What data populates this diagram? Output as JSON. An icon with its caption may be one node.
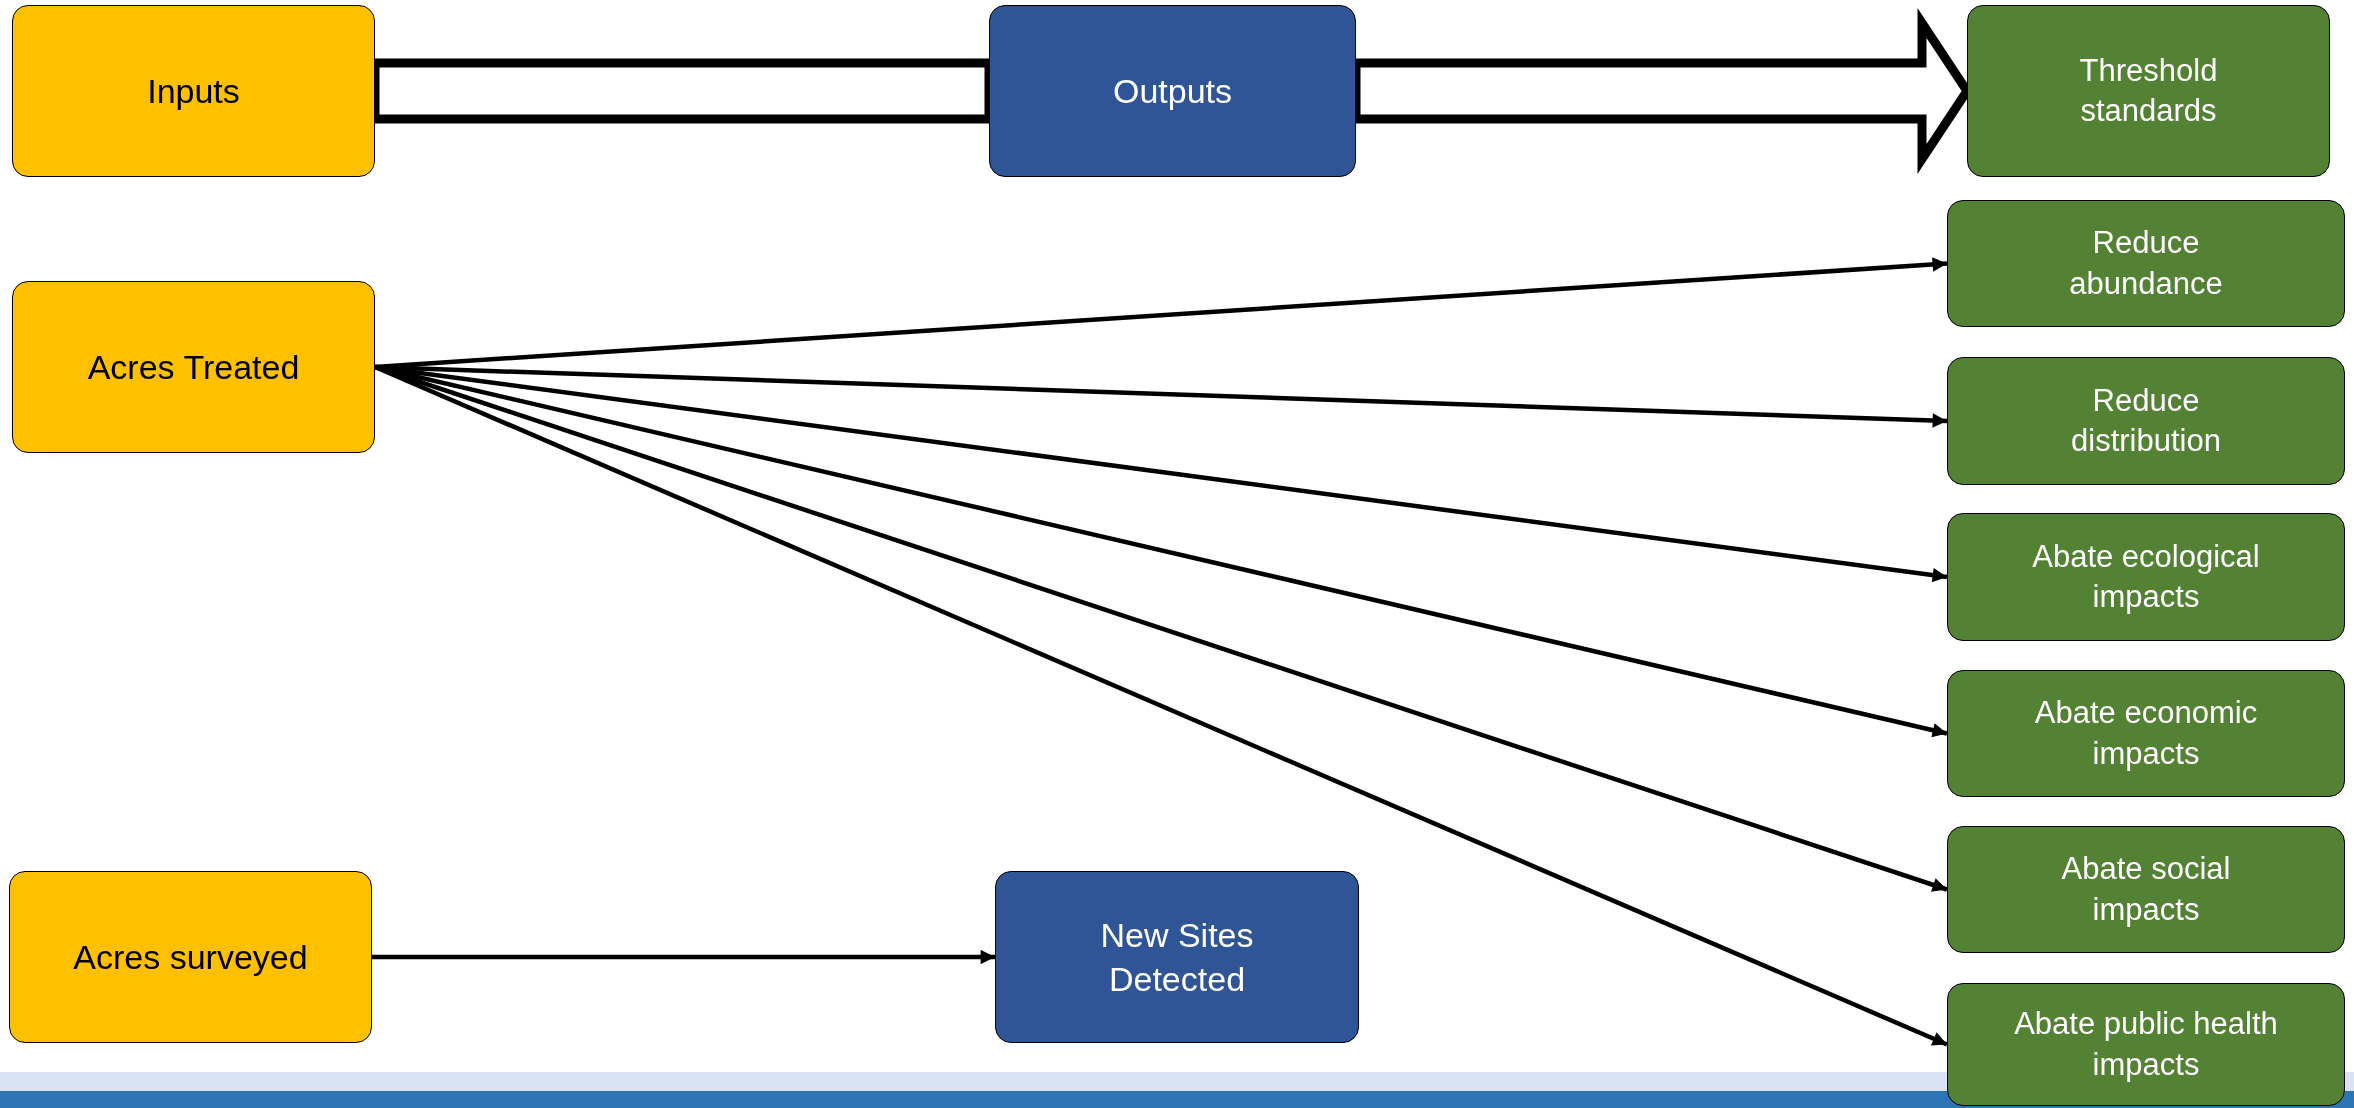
{
  "diagram": {
    "nodes": [
      {
        "text": [
          "Inputs"
        ]
      },
      {
        "text": [
          "Outputs"
        ]
      },
      {
        "text": [
          "Threshold standards"
        ]
      },
      {
        "text": [
          "Acres Treated"
        ]
      },
      {
        "text": [
          "Reduce abundance"
        ]
      },
      {
        "text": [
          "Reduce distribution"
        ]
      },
      {
        "text": [
          "Abate ecological impacts"
        ]
      },
      {
        "text": [
          "Abate economic impacts"
        ]
      },
      {
        "text": [
          "Abate social impacts"
        ]
      },
      {
        "text": [
          "Abate public health impacts"
        ]
      },
      {
        "text": [
          "Acres surveyed"
        ]
      },
      {
        "text": [
          "New Sites Detected"
        ]
      }
    ],
    "edges": [
      {
        "from": 0,
        "to": 1,
        "arrow": "none",
        "style": "thick"
      },
      {
        "from": 1,
        "to": 2,
        "arrow": "to",
        "style": "thick"
      },
      {
        "from": 3,
        "to": 4,
        "arrow": "to"
      },
      {
        "from": 3,
        "to": 5,
        "arrow": "to"
      },
      {
        "from": 3,
        "to": 6,
        "arrow": "to"
      },
      {
        "from": 3,
        "to": 7,
        "arrow": "to"
      },
      {
        "from": 3,
        "to": 8,
        "arrow": "to"
      },
      {
        "from": 3,
        "to": 9,
        "arrow": "to"
      },
      {
        "from": 10,
        "to": 11,
        "arrow": "to"
      }
    ]
  }
}
